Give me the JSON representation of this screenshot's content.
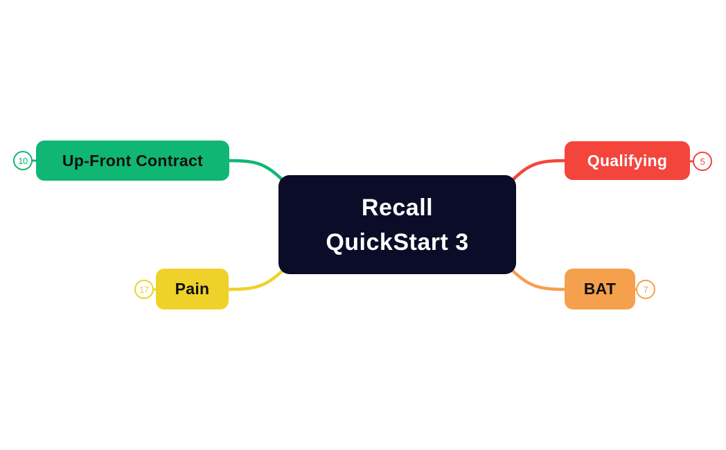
{
  "canvas": {
    "bg_color": "#ffffff"
  },
  "root_node": {
    "label_lines": [
      "Recall",
      "QuickStart 3"
    ],
    "bg_color": "#0b0c28",
    "text_color": "#ffffff"
  },
  "branches": [
    {
      "label": "Up-Front Contract",
      "badge_count": "10",
      "color": "#10b674",
      "text_color": "#101010",
      "position": "top-left"
    },
    {
      "label": "Qualifying",
      "badge_count": "5",
      "color": "#f4453c",
      "text_color": "#ffffff",
      "position": "top-right"
    },
    {
      "label": "Pain",
      "badge_count": "17",
      "color": "#eed229",
      "text_color": "#101010",
      "position": "bottom-left"
    },
    {
      "label": "BAT",
      "badge_count": "7",
      "color": "#f5a04d",
      "text_color": "#101010",
      "position": "bottom-right"
    }
  ]
}
